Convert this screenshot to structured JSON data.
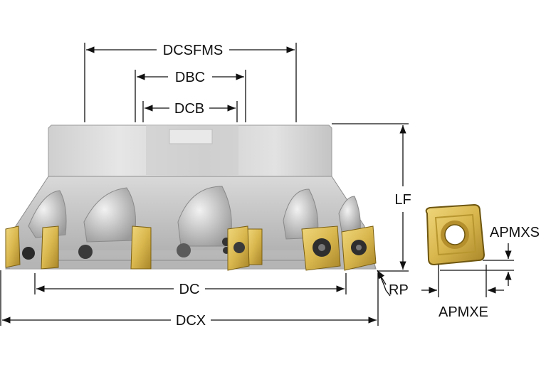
{
  "labels": {
    "dcsfms": "DCSFMS",
    "dbc": "DBC",
    "dcb": "DCB",
    "lf": "LF",
    "apmxs": "APMXS",
    "dc": "DC",
    "rp": "RP",
    "dcx": "DCX",
    "apmxe": "APMXE"
  },
  "colors": {
    "body_light": "#dcdcdc",
    "body_mid": "#b9b9b9",
    "body_dark": "#8e8e8e",
    "insert_gold": "#d9b74e",
    "insert_dark": "#9c7c1c",
    "line": "#111111"
  }
}
